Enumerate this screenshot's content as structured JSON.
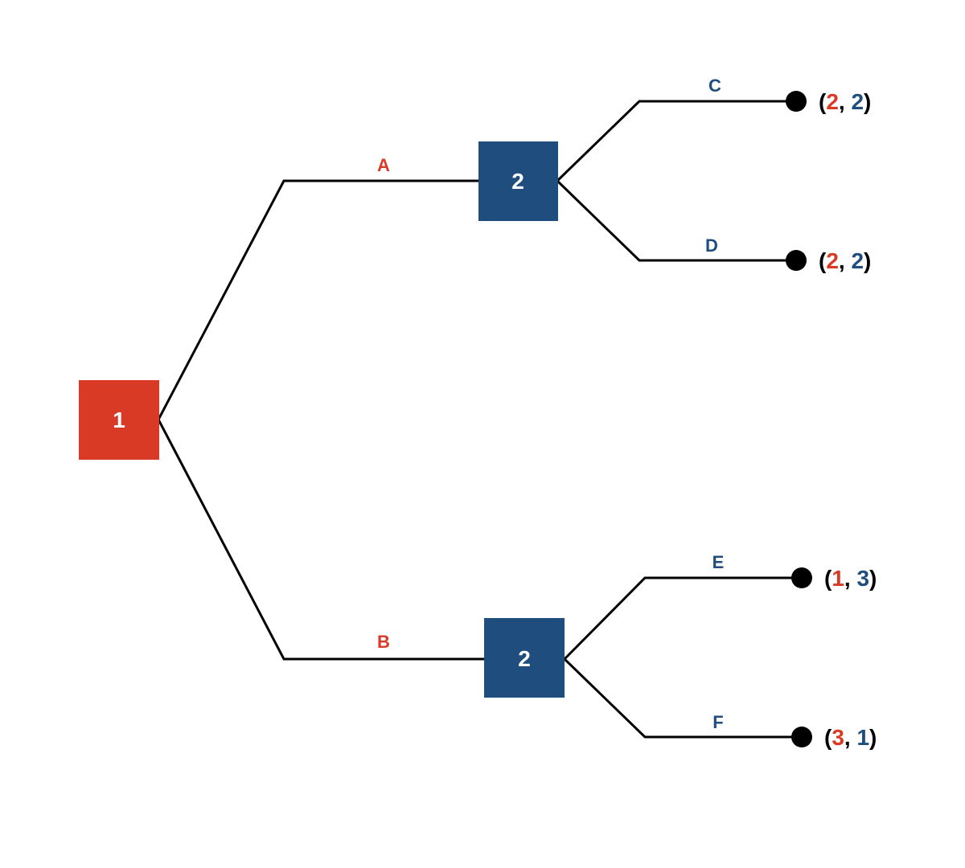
{
  "colors": {
    "player1": "#d93a26",
    "player2": "#1f4e7e",
    "line": "#000000",
    "terminal": "#000000",
    "node_text": "#ffffff"
  },
  "nodes": {
    "root": {
      "player": "1"
    },
    "after_a": {
      "player": "2"
    },
    "after_b": {
      "player": "2"
    }
  },
  "actions": {
    "a": "A",
    "b": "B",
    "c": "C",
    "d": "D",
    "e": "E",
    "f": "F"
  },
  "payoffs": {
    "c": {
      "p1": "2",
      "p2": "2"
    },
    "d": {
      "p1": "2",
      "p2": "2"
    },
    "e": {
      "p1": "1",
      "p2": "3"
    },
    "f": {
      "p1": "3",
      "p2": "1"
    }
  },
  "punctuation": {
    "open": "(",
    "sep": ", ",
    "close": ")"
  }
}
